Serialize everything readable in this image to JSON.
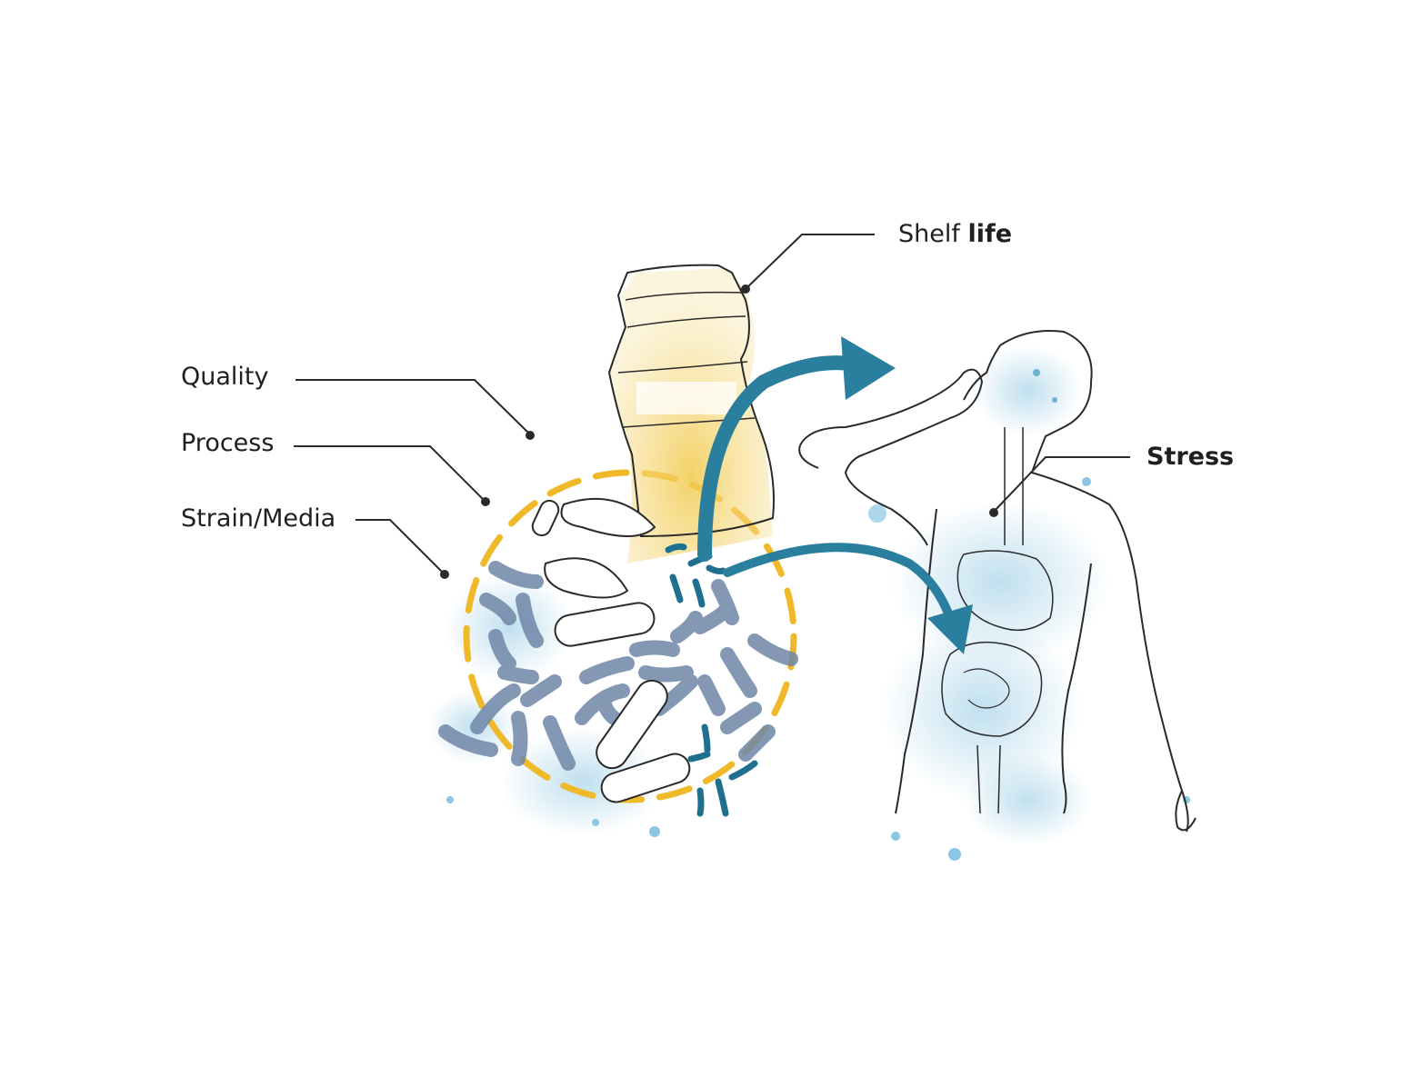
{
  "labels": {
    "quality": "Quality",
    "process": "Process",
    "strain_media": "Strain/Media",
    "shelf_life_prefix": "Shelf ",
    "shelf_life_bold": "life",
    "stress": "Stress"
  },
  "colors": {
    "bottle_fill": "#f7dd8a",
    "dashed_circle": "#f0b92a",
    "bacteria_gray_blue": "#6f87a8",
    "bacteria_teal": "#1f6f8f",
    "arrow_teal": "#2a7f9e",
    "watercolor_blue": "#8cc6e2",
    "line_ink": "#2a2a2a"
  }
}
